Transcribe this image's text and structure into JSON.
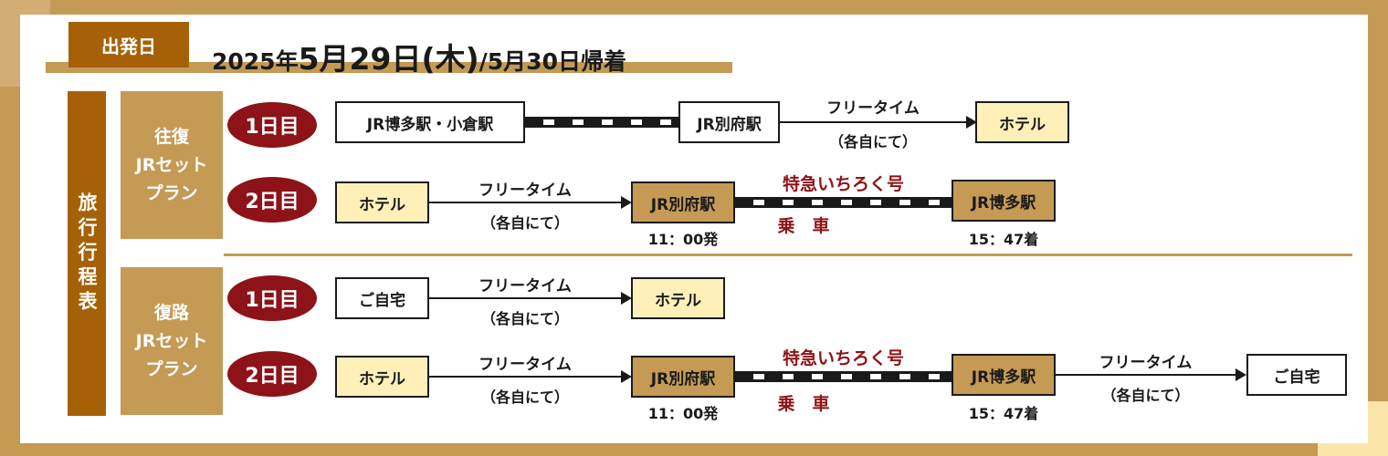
{
  "header": {
    "depart_label": "出発日",
    "title_year": "2025年",
    "title_date": "5月29日",
    "title_dow": "(木)",
    "title_return": "/5月30日帰着"
  },
  "sidebar_label": "旅行行程表",
  "plans": [
    {
      "label_lines": [
        "往復",
        "JRセット",
        "プラン"
      ]
    },
    {
      "label_lines": [
        "復路",
        "JRセット",
        "プラン"
      ]
    }
  ],
  "days": {
    "day1": "1日目",
    "day2": "2日目"
  },
  "stations": {
    "hakata_kokura": "JR博多駅・小倉駅",
    "beppu": "JR別府駅",
    "hotel": "ホテル",
    "hakata": "JR博多駅",
    "home": "ご自宅"
  },
  "labels": {
    "free_time": "フリータイム",
    "own_way": "（各自にて）",
    "express": "特急いちろく号",
    "boarding": "乗　車",
    "depart_time": "11：00発",
    "arrive_time": "15：47着"
  },
  "colors": {
    "background": "#c49a55",
    "brown": "#a66106",
    "badge_red": "#8d1318",
    "yellow_box": "#fff0b9"
  }
}
